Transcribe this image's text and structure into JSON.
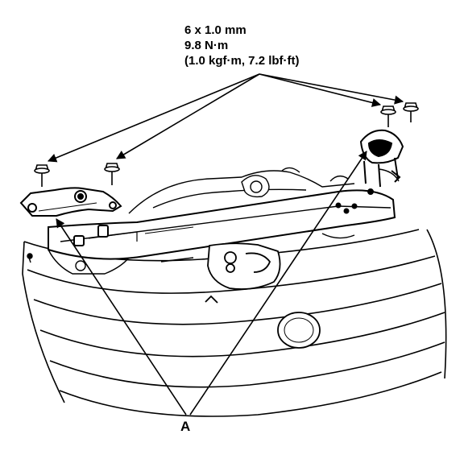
{
  "spec": {
    "size": "6 x 1.0 mm",
    "torque_nm": "9.8 N·m",
    "torque_alt": "(1.0 kgf·m, 7.2 lbf·ft)"
  },
  "callout": {
    "label": "A"
  },
  "colors": {
    "ink": "#000000",
    "paper": "#ffffff"
  }
}
